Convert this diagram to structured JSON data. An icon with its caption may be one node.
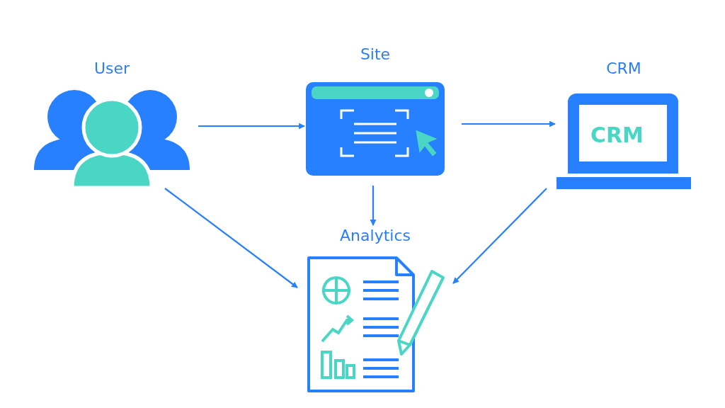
{
  "diagram": {
    "nodes": [
      {
        "text": [
          "User"
        ]
      },
      {
        "text": [
          "Site"
        ]
      },
      {
        "text": [
          "CRM",
          "CRM"
        ]
      },
      {
        "text": [
          "Analytics"
        ]
      }
    ],
    "edges": [
      {
        "from": 0,
        "to": 1,
        "arrow": "to"
      },
      {
        "from": 1,
        "to": 2,
        "arrow": "to"
      },
      {
        "from": 1,
        "to": 3,
        "arrow": "to"
      },
      {
        "from": 0,
        "to": 3,
        "arrow": "to"
      },
      {
        "from": 2,
        "to": 3,
        "arrow": "to"
      }
    ]
  }
}
